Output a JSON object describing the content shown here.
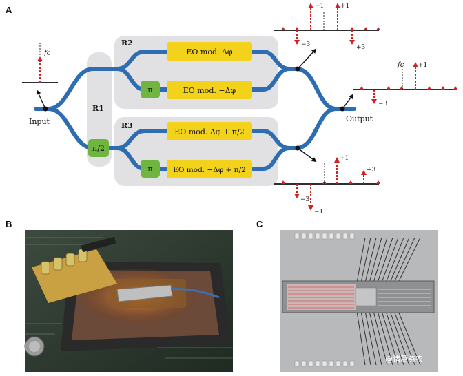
{
  "panels": {
    "a": "A",
    "b": "B",
    "c": "C"
  },
  "labels": {
    "input": "Input",
    "output": "Output",
    "r1": "R1",
    "r2": "R2",
    "r3": "R3",
    "pi": "π",
    "pi_half": "π/2",
    "fc_input": "fc",
    "fc_output": "fc"
  },
  "modulators": {
    "r2_top": "EO mod. Δφ",
    "r2_bottom": "EO mod. −Δφ",
    "r3_top": "EO mod. Δφ + π/2",
    "r3_bottom": "EO mod. −Δφ + π/2"
  },
  "spectra": {
    "top": {
      "minus1": "−1",
      "plus1": "+1",
      "minus3": "−3",
      "plus3": "+3"
    },
    "right": {
      "plus1": "+1",
      "minus3": "−3"
    },
    "bottom": {
      "plus1": "+1",
      "plus3": "+3",
      "minus3": "−3",
      "minus1": "−1"
    }
  },
  "watermark": "@诸葛务农",
  "colors": {
    "waveguide": "#2f6db3",
    "region_bg": "#e1e1e3",
    "modulator": "#f2d21a",
    "phase_shifter": "#6fb53f",
    "spectral_line": "#d42020"
  }
}
